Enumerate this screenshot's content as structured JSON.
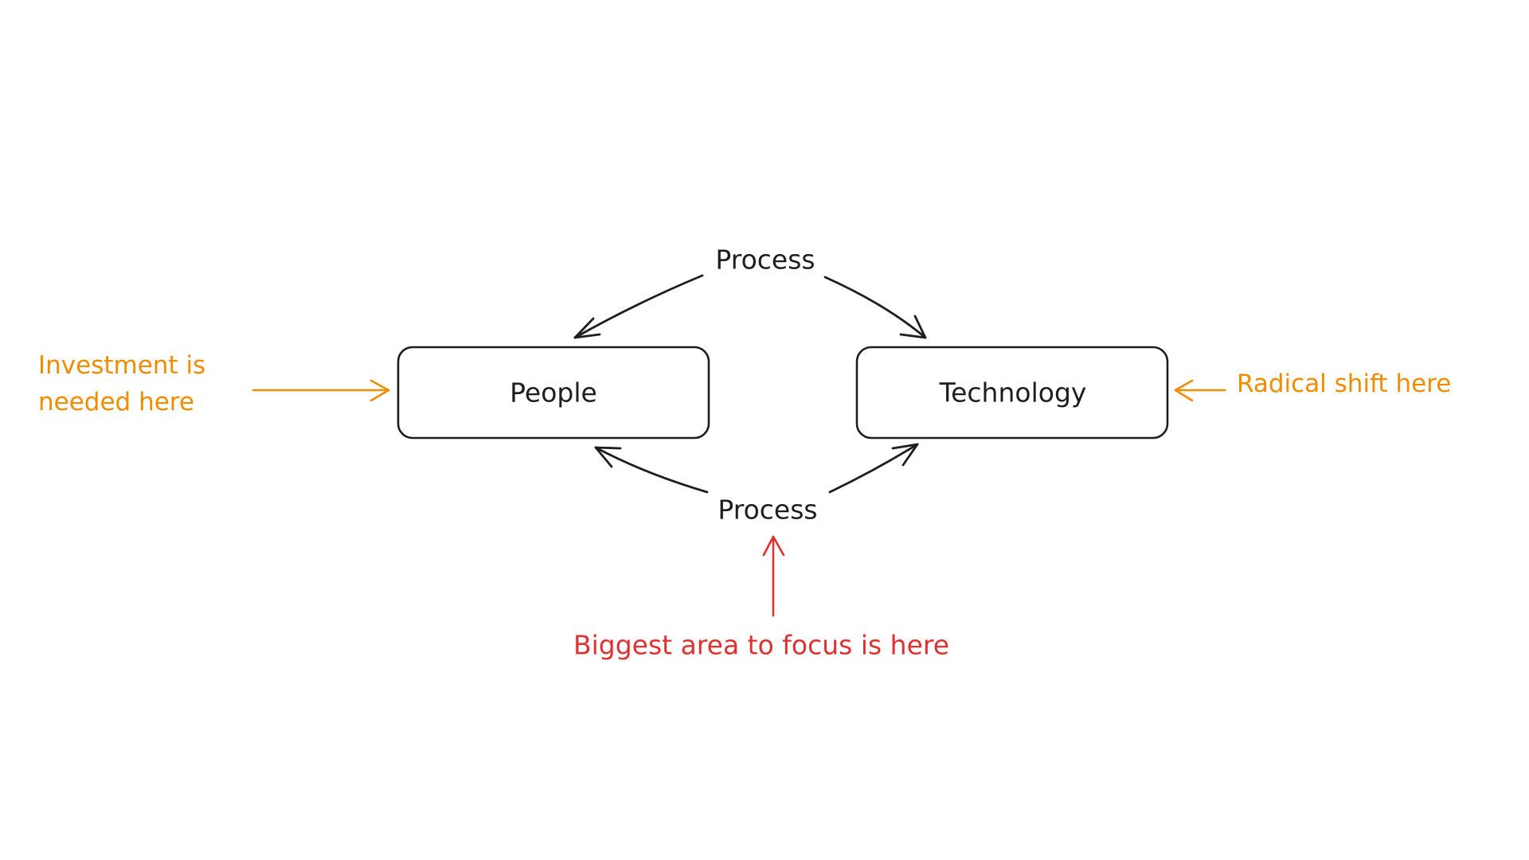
{
  "colors": {
    "ink": "#1e1e1e",
    "annotation_orange": "#f08c00",
    "annotation_red": "#e03131",
    "background": "#ffffff"
  },
  "nodes": {
    "people": "People",
    "technology": "Technology",
    "process_top": "Process",
    "process_bottom": "Process"
  },
  "annotations": {
    "people_note_line1": "Investment is",
    "people_note_line2": "needed here",
    "technology_note": "Radical shift here",
    "process_note": "Biggest area to focus is here"
  }
}
